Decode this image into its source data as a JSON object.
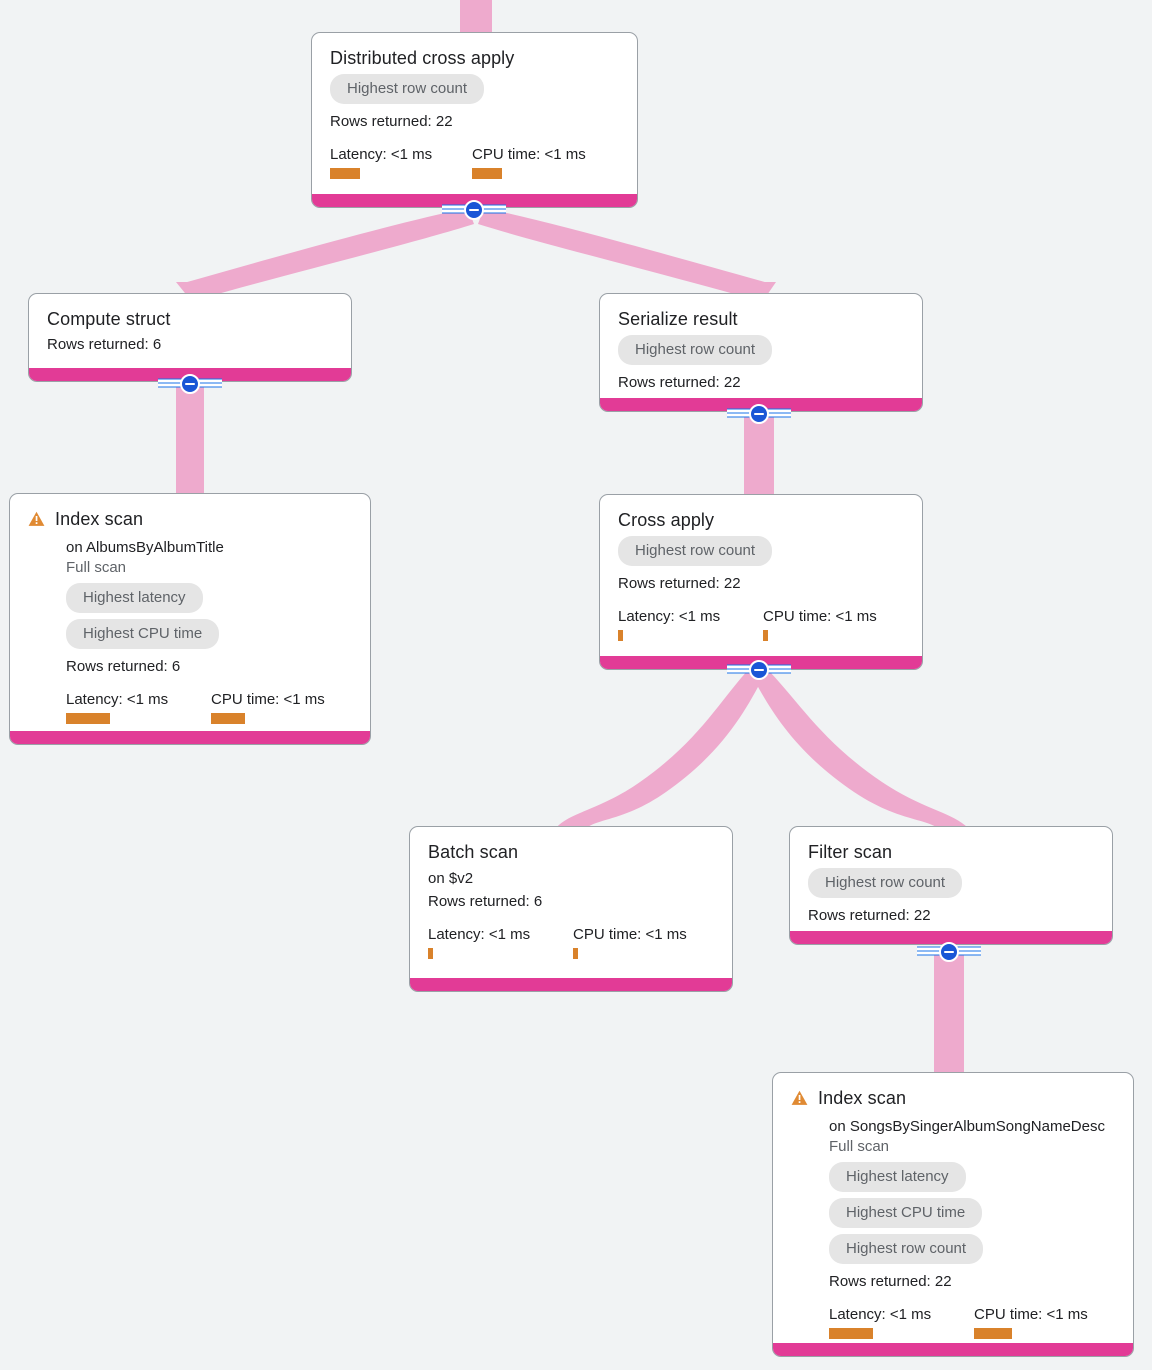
{
  "theme": {
    "background": "#f1f3f4",
    "node_border": "#9aa0a6",
    "node_fill": "#ffffff",
    "footer_bar": "#e23b96",
    "edge": "#eeaacd",
    "bar_orange": "#d9822b",
    "chip_bg": "#e5e5e5",
    "chip_text": "#5f6368",
    "collapse_knob": "#1a56d6",
    "warning": "#e08a33"
  },
  "labels": {
    "rows_prefix": "Rows returned: ",
    "latency_label": "Latency: ",
    "cpu_label": "CPU time: ",
    "on_prefix": "on ",
    "collapse_icon": "minus-circle-icon",
    "warning_icon": "warning-triangle-icon"
  },
  "nodes": [
    {
      "id": "distributed-cross-apply",
      "title": "Distributed cross apply",
      "warning": false,
      "subtitle": null,
      "scan_type": null,
      "chips": [
        "Highest row count"
      ],
      "rows_returned": "Rows returned: 22",
      "latency": "Latency: <1 ms",
      "cpu": "CPU time: <1 ms",
      "latency_bar_width": 30,
      "cpu_bar_width": 30,
      "collapsed": false
    },
    {
      "id": "compute-struct",
      "title": "Compute struct",
      "warning": false,
      "subtitle": null,
      "scan_type": null,
      "chips": [],
      "rows_returned": "Rows returned: 6",
      "latency": null,
      "cpu": null,
      "collapsed": false
    },
    {
      "id": "serialize-result",
      "title": "Serialize result",
      "warning": false,
      "subtitle": null,
      "scan_type": null,
      "chips": [
        "Highest row count"
      ],
      "rows_returned": "Rows returned: 22",
      "latency": null,
      "cpu": null,
      "collapsed": false
    },
    {
      "id": "index-scan-albums",
      "title": "Index scan",
      "warning": true,
      "subtitle": "on AlbumsByAlbumTitle",
      "scan_type": "Full scan",
      "chips": [
        "Highest latency",
        "Highest CPU time"
      ],
      "rows_returned": "Rows returned: 6",
      "latency": "Latency: <1 ms",
      "cpu": "CPU time: <1 ms",
      "latency_bar_width": 44,
      "cpu_bar_width": 34,
      "collapsed": false
    },
    {
      "id": "cross-apply",
      "title": "Cross apply",
      "warning": false,
      "subtitle": null,
      "scan_type": null,
      "chips": [
        "Highest row count"
      ],
      "rows_returned": "Rows returned: 22",
      "latency": "Latency: <1 ms",
      "cpu": "CPU time: <1 ms",
      "latency_bar_width": 5,
      "cpu_bar_width": 5,
      "collapsed": false
    },
    {
      "id": "batch-scan",
      "title": "Batch scan",
      "warning": false,
      "subtitle": "on $v2",
      "scan_type": null,
      "chips": [],
      "rows_returned": "Rows returned: 6",
      "latency": "Latency: <1 ms",
      "cpu": "CPU time: <1 ms",
      "latency_bar_width": 5,
      "cpu_bar_width": 5,
      "collapsed": false
    },
    {
      "id": "filter-scan",
      "title": "Filter scan",
      "warning": false,
      "subtitle": null,
      "scan_type": null,
      "chips": [
        "Highest row count"
      ],
      "rows_returned": "Rows returned: 22",
      "latency": null,
      "cpu": null,
      "collapsed": false
    },
    {
      "id": "index-scan-songs",
      "title": "Index scan",
      "warning": true,
      "subtitle": "on SongsBySingerAlbumSongNameDesc",
      "scan_type": "Full scan",
      "chips": [
        "Highest latency",
        "Highest CPU time",
        "Highest row count"
      ],
      "rows_returned": "Rows returned: 22",
      "latency": "Latency: <1 ms",
      "cpu": "CPU time: <1 ms",
      "latency_bar_width": 44,
      "cpu_bar_width": 38,
      "collapsed": false
    }
  ],
  "edges": [
    {
      "from": "root-inlet",
      "to": "distributed-cross-apply"
    },
    {
      "from": "distributed-cross-apply",
      "to": "compute-struct"
    },
    {
      "from": "distributed-cross-apply",
      "to": "serialize-result"
    },
    {
      "from": "compute-struct",
      "to": "index-scan-albums"
    },
    {
      "from": "serialize-result",
      "to": "cross-apply"
    },
    {
      "from": "cross-apply",
      "to": "batch-scan"
    },
    {
      "from": "cross-apply",
      "to": "filter-scan"
    },
    {
      "from": "filter-scan",
      "to": "index-scan-songs"
    }
  ]
}
